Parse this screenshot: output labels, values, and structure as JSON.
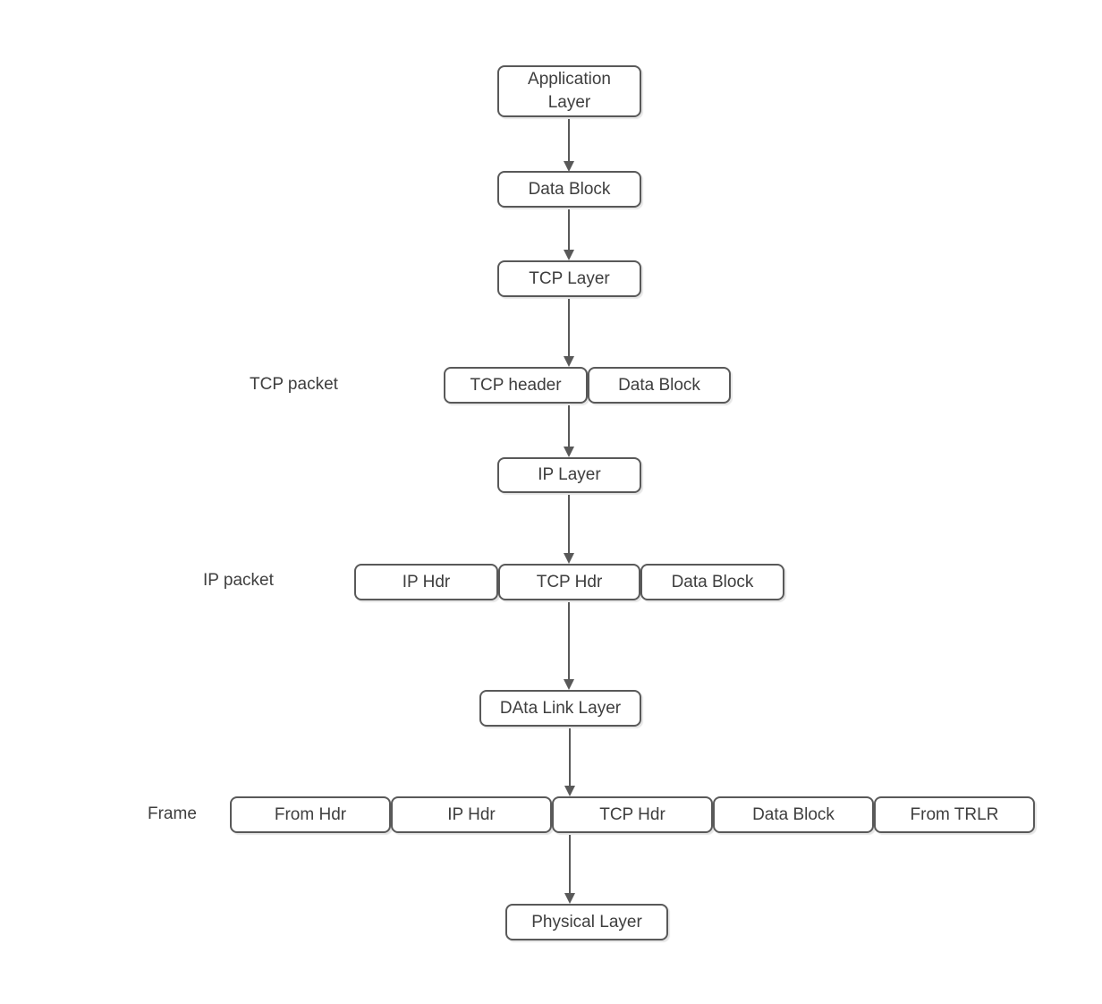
{
  "diagram": {
    "colors": {
      "background": "#ffffff",
      "node_border": "#595959",
      "node_fill": "#ffffff",
      "text": "#3e3e3e",
      "arrow": "#595959"
    },
    "nodes": {
      "application_layer": "Application Layer",
      "data_block_top": "Data Block",
      "tcp_layer": "TCP Layer",
      "tcp_header": "TCP header",
      "tcp_row_data_block": "Data Block",
      "ip_layer": "IP Layer",
      "ip_row_ip_hdr": "IP Hdr",
      "ip_row_tcp_hdr": "TCP Hdr",
      "ip_row_data_block": "Data Block",
      "data_link_layer": "DAta Link Layer",
      "frame_from_hdr": "From Hdr",
      "frame_ip_hdr": "IP Hdr",
      "frame_tcp_hdr": "TCP Hdr",
      "frame_data_block": "Data Block",
      "frame_from_trlr": "From TRLR",
      "physical_layer": "Physical Layer"
    },
    "row_labels": {
      "tcp_packet": "TCP packet",
      "ip_packet": "IP packet",
      "frame": "Frame"
    }
  }
}
